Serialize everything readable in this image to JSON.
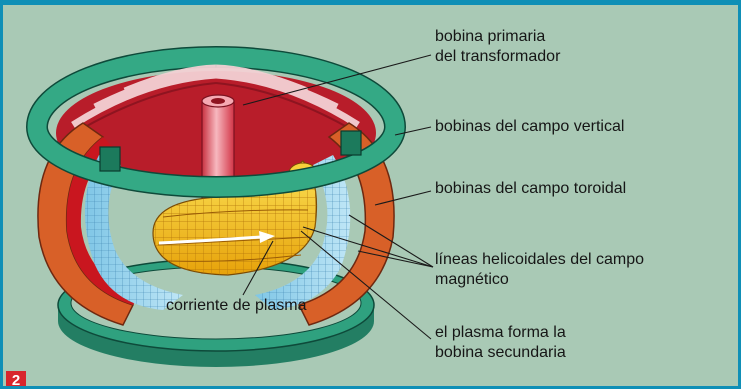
{
  "figure_number": "2",
  "labels": {
    "primary_coil": "bobina primaria\ndel transformador",
    "vertical_field_coils": "bobinas del campo vertical",
    "toroidal_field_coils": "bobinas del campo toroidal",
    "helical_field_lines": "líneas helicoidales del campo\nmagnético",
    "plasma_current": "corriente de plasma",
    "secondary_coil": "el plasma forma la\nbobina secundaria"
  },
  "colors": {
    "frame": "#0f8fb6",
    "background": "#a9c9b5",
    "vertical_coil_ring": "#2fa17f",
    "toroidal_coil": "#d86028",
    "toroidal_coil_top": "#d31f2d",
    "field_lines_surface": "#9fd6ef",
    "plasma": "#f3c31f",
    "central_solenoid": "#e8546a"
  }
}
